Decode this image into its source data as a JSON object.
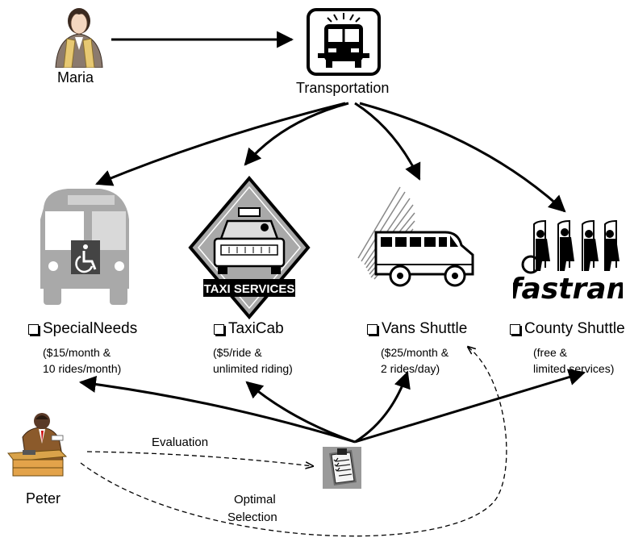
{
  "actors": {
    "maria": "Maria",
    "peter": "Peter"
  },
  "hub": {
    "label": "Transportation"
  },
  "edges": {
    "evaluation": "Evaluation",
    "optimal_selection_line1": "Optimal",
    "optimal_selection_line2": "Selection"
  },
  "taxi_sign": "TAXI SERVICES",
  "fastran_logo": "fastran",
  "options": [
    {
      "name": "SpecialNeeds",
      "detail_line1": "($15/month &",
      "detail_line2": "10 rides/month)"
    },
    {
      "name": "TaxiCab",
      "detail_line1": "($5/ride &",
      "detail_line2": "unlimited riding)"
    },
    {
      "name": "Vans Shuttle",
      "detail_line1": "($25/month &",
      "detail_line2": "2 rides/day)"
    },
    {
      "name": "County Shuttle",
      "detail_line1": "(free &",
      "detail_line2": "limited services)"
    }
  ],
  "colors": {
    "arrow": "#000000",
    "bus_gray": "#a9a9a9",
    "skin": "#f4d7c0"
  }
}
